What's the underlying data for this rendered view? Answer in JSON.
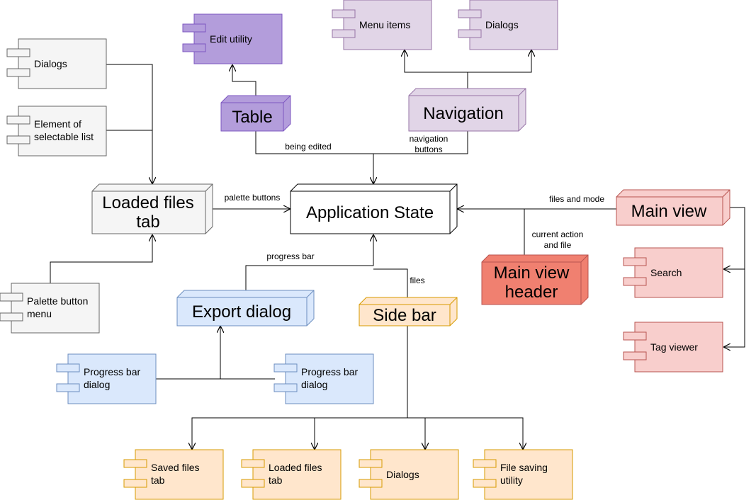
{
  "nodes": {
    "app_state": {
      "label": "Application State"
    },
    "loaded_files_tab": {
      "label_lines": [
        "Loaded files",
        "tab"
      ]
    },
    "table": {
      "label": "Table"
    },
    "navigation": {
      "label": "Navigation"
    },
    "main_view": {
      "label": "Main view"
    },
    "main_view_header": {
      "label_lines": [
        "Main view",
        "header"
      ]
    },
    "export_dialog": {
      "label": "Export dialog"
    },
    "side_bar": {
      "label": "Side bar"
    }
  },
  "components": {
    "dialogs_left": {
      "label_lines": [
        "Dialogs"
      ]
    },
    "element_selectable": {
      "label_lines": [
        "Element of",
        "selectable list"
      ]
    },
    "palette_menu": {
      "label_lines": [
        "Palette button",
        "menu"
      ]
    },
    "edit_utility": {
      "label_lines": [
        "Edit utility"
      ]
    },
    "menu_items": {
      "label_lines": [
        "Menu items"
      ]
    },
    "dialogs_nav": {
      "label_lines": [
        "Dialogs"
      ]
    },
    "search": {
      "label_lines": [
        "Search"
      ]
    },
    "tag_viewer": {
      "label_lines": [
        "Tag viewer"
      ]
    },
    "progress_left": {
      "label_lines": [
        "Progress bar",
        "dialog"
      ]
    },
    "progress_right": {
      "label_lines": [
        "Progress bar",
        "dialog"
      ]
    },
    "saved_files_tab": {
      "label_lines": [
        "Saved files",
        "tab"
      ]
    },
    "loaded_files_tab_b": {
      "label_lines": [
        "Loaded files",
        "tab"
      ]
    },
    "dialogs_bottom": {
      "label_lines": [
        "Dialogs"
      ]
    },
    "file_saving": {
      "label_lines": [
        "File saving",
        "utility"
      ]
    }
  },
  "edge_labels": {
    "palette_buttons": "palette buttons",
    "being_edited": "being edited",
    "navigation_buttons": [
      "navigation",
      "buttons"
    ],
    "files_and_mode": "files and mode",
    "current_action": [
      "current action",
      "and file"
    ],
    "progress_bar": "progress bar",
    "files": "files"
  },
  "colors": {
    "gray": "#f5f5f5",
    "gray_stroke": "#666666",
    "purple": "#b39ddb",
    "purple_stroke": "#7e57c2",
    "lavender": "#e1d5e7",
    "lavender_stroke": "#9673a6",
    "pink": "#f8cecc",
    "pink_stroke": "#b85450",
    "salmon": "#f08070",
    "blue": "#dae8fc",
    "blue_stroke": "#6c8ebf",
    "orange": "#ffe6cc",
    "orange_stroke": "#d79b00"
  }
}
